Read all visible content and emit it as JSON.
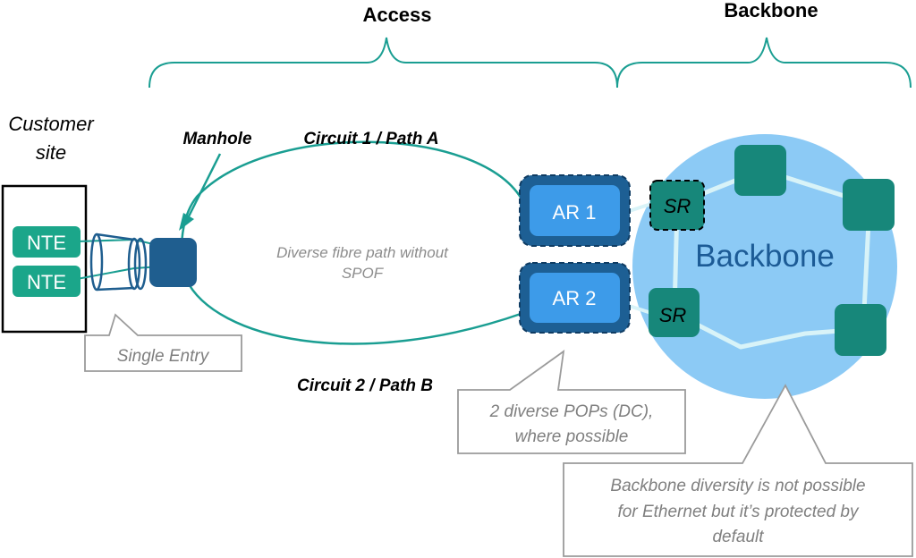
{
  "headers": {
    "access": "Access",
    "backbone": "Backbone"
  },
  "customer_site": {
    "line1": "Customer",
    "line2": "site",
    "nte_1": "NTE",
    "nte_2": "NTE"
  },
  "manhole": {
    "label": "Manhole"
  },
  "circuits": {
    "circuit_1": "Circuit 1 / Path A",
    "circuit_2": "Circuit 2 / Path B"
  },
  "fibre_path": {
    "line1": "Diverse fibre path without",
    "line2": "SPOF"
  },
  "routers": {
    "ar1": "AR 1",
    "ar2": "AR 2",
    "sr1": "SR",
    "sr2": "SR"
  },
  "backbone_cloud": {
    "label": "Backbone"
  },
  "callouts": {
    "single_entry": "Single Entry",
    "pops_line1": "2 diverse POPs (DC),",
    "pops_line2": "where possible",
    "backbone_line1": "Backbone diversity is not possible",
    "backbone_line2": "for Ethernet but it’s protected by",
    "backbone_line3": "default"
  },
  "colors": {
    "teal": "#1a9e92",
    "nte_green": "#1ba68a",
    "dark_teal_node": "#17877a",
    "ar_blue": "#3d9be9",
    "ar_border": "#1d5f94",
    "manhole_blue": "#1f5e8f",
    "cloud": "#8ccaf5",
    "cloud_line": "#d8f3f8",
    "callout_border": "#9b9b9b",
    "callout_text": "#7f7f7f"
  }
}
